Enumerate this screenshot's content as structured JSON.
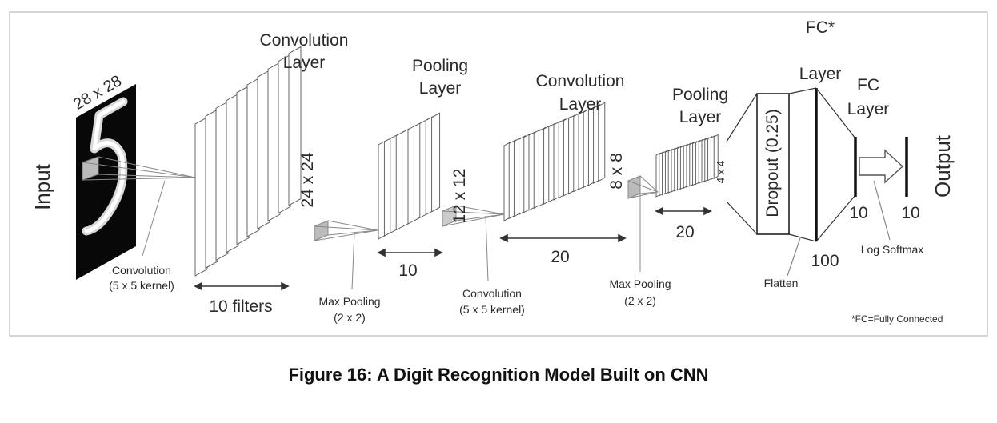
{
  "diagram": {
    "input_label": "Input",
    "input_size": "28 x 28",
    "conv1": {
      "title_line1": "Convolution",
      "title_line2": "Layer",
      "size": "24 x 24",
      "count": "10 filters"
    },
    "conv1_op": {
      "line1": "Convolution",
      "line2": "(5 x 5 kernel)"
    },
    "pool1": {
      "title_line1": "Pooling",
      "title_line2": "Layer",
      "size": "12 x 12",
      "count": "10"
    },
    "pool1_op": {
      "line1": "Max Pooling",
      "line2": "(2 x 2)"
    },
    "conv2": {
      "title_line1": "Convolution",
      "title_line2": "Layer",
      "size": "8 x 8",
      "count": "20"
    },
    "conv2_op": {
      "line1": "Convolution",
      "line2": "(5 x 5 kernel)"
    },
    "pool2": {
      "title_line1": "Pooling",
      "title_line2": "Layer",
      "size": "4 x 4",
      "count": "20"
    },
    "pool2_op": {
      "line1": "Max Pooling",
      "line2": "(2 x 2)"
    },
    "dropout": "Dropout (0.25)",
    "flatten": "Flatten",
    "fc1": {
      "title_line1": "FC*",
      "title_line2": "Layer",
      "size": "100"
    },
    "fc2": {
      "title_line1": "FC",
      "title_line2": "Layer",
      "size": "10"
    },
    "log_softmax": "Log Softmax",
    "output_size": "10",
    "output_label": "Output",
    "footnote": "*FC=Fully Connected"
  },
  "caption": "Figure 16:  A Digit Recognition Model Built on CNN"
}
